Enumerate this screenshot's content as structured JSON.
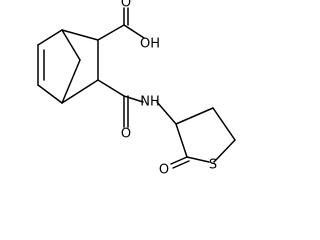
{
  "structure": {
    "type": "chemical-structure",
    "bond_color": "#000000",
    "atom_labels": {
      "hydroxyl": "OH",
      "carboxyl_oxygen": "O",
      "amide_nitrogen": "NH",
      "amide_oxygen": "O",
      "ketone_oxygen": "O",
      "ring_sulfur": "S"
    }
  }
}
